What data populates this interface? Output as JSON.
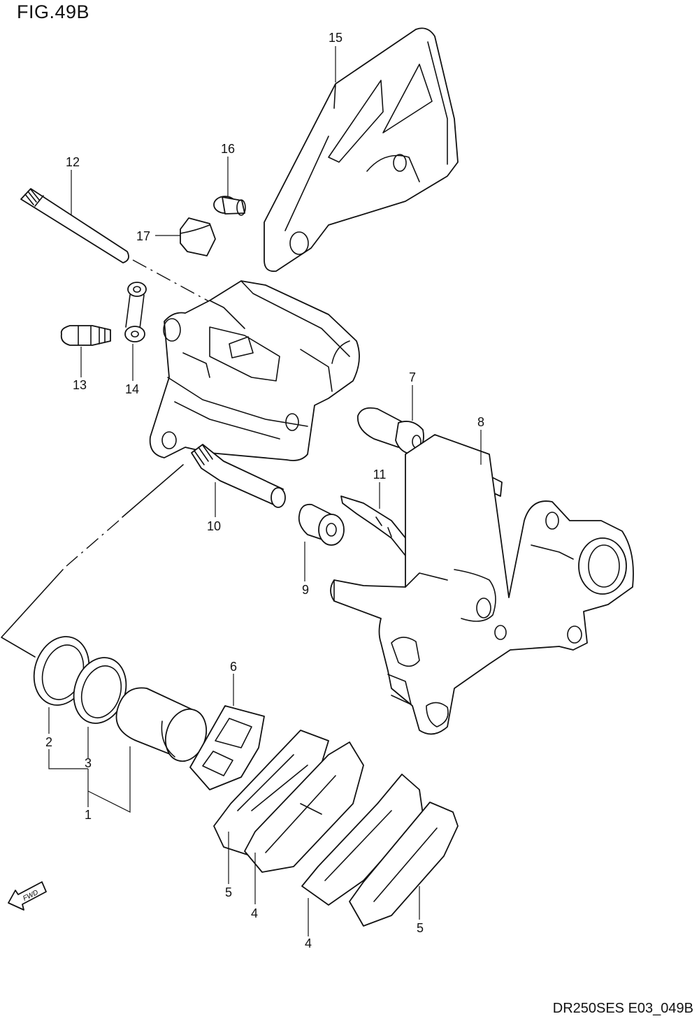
{
  "figure_title": "FIG.49B",
  "diagram_code": "DR250SES E03_049B",
  "fwd_label": "FWD",
  "part_labels": {
    "p1": "1",
    "p2": "2",
    "p3": "3",
    "p4a": "4",
    "p4b": "4",
    "p5a": "5",
    "p5b": "5",
    "p6": "6",
    "p7": "7",
    "p8": "8",
    "p9": "9",
    "p10": "10",
    "p11": "11",
    "p12": "12",
    "p13": "13",
    "p14": "14",
    "p15": "15",
    "p16": "16",
    "p17": "17"
  }
}
